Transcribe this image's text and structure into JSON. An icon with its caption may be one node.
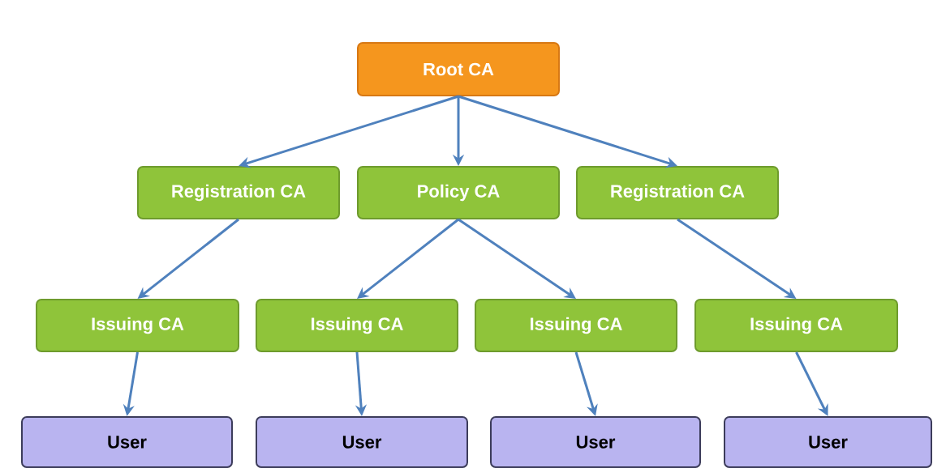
{
  "diagram": {
    "nodes": [
      {
        "text": [
          "Root CA"
        ]
      },
      {
        "text": [
          "Registration CA"
        ]
      },
      {
        "text": [
          "Policy CA"
        ]
      },
      {
        "text": [
          "Registration CA"
        ]
      },
      {
        "text": [
          "Issuing CA"
        ]
      },
      {
        "text": [
          "Issuing CA"
        ]
      },
      {
        "text": [
          "Issuing CA"
        ]
      },
      {
        "text": [
          "Issuing CA"
        ]
      },
      {
        "text": [
          "User"
        ]
      },
      {
        "text": [
          "User"
        ]
      },
      {
        "text": [
          "User"
        ]
      },
      {
        "text": [
          "User"
        ]
      }
    ],
    "edges": [
      {
        "from": 0,
        "to": 1,
        "arrow": "to"
      },
      {
        "from": 0,
        "to": 2,
        "arrow": "to"
      },
      {
        "from": 0,
        "to": 3,
        "arrow": "to"
      },
      {
        "from": 1,
        "to": 4,
        "arrow": "to"
      },
      {
        "from": 2,
        "to": 5,
        "arrow": "to"
      },
      {
        "from": 2,
        "to": 6,
        "arrow": "to"
      },
      {
        "from": 3,
        "to": 7,
        "arrow": "to"
      },
      {
        "from": 4,
        "to": 8,
        "arrow": "to"
      },
      {
        "from": 5,
        "to": 9,
        "arrow": "to"
      },
      {
        "from": 6,
        "to": 10,
        "arrow": "to"
      },
      {
        "from": 7,
        "to": 11,
        "arrow": "to"
      }
    ]
  }
}
